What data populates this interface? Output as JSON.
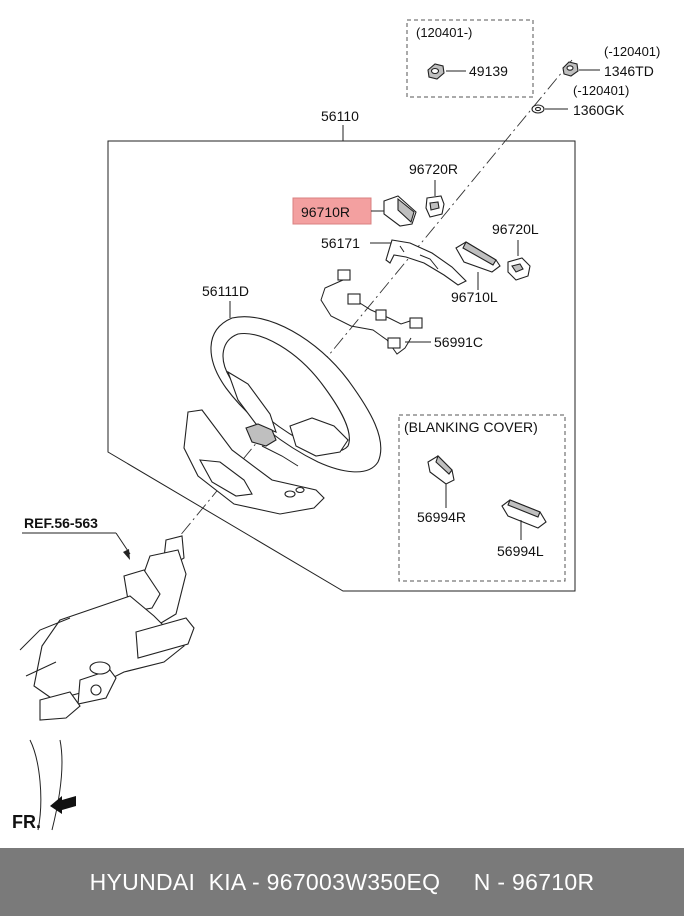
{
  "labels": {
    "dated_box_code": "(120401-)",
    "p49139": "49139",
    "nut_date": "(-120401)",
    "p1346TD": "1346TD",
    "washer_date": "(-120401)",
    "p1360GK": "1360GK",
    "p56110": "56110",
    "p96720R": "96720R",
    "p96710R": "96710R",
    "p56171": "56171",
    "p96720L": "96720L",
    "p96710L": "96710L",
    "p56111D": "56111D",
    "p56991C": "56991C",
    "blanking_cover": "(BLANKING COVER)",
    "p56994R": "56994R",
    "p56994L": "56994L",
    "ref": "REF.56-563",
    "fr": "FR."
  },
  "highlight_color": "#f3a0a0",
  "footer": {
    "text": "HYUNDAI  KIA - 967003W350EQ     N - 96710R",
    "background": "#7a7a7a",
    "color": "#ffffff"
  }
}
